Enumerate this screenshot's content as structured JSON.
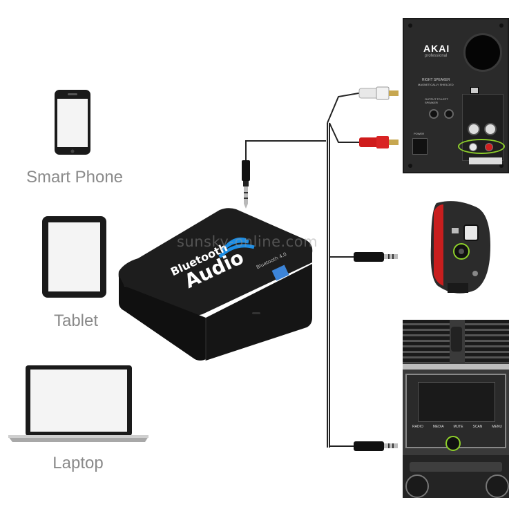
{
  "devices": {
    "phone_label": "Smart Phone",
    "tablet_label": "Tablet",
    "laptop_label": "Laptop"
  },
  "adapter": {
    "brand_line1": "Bluetooth",
    "brand_line2": "Audio",
    "badge": "Bluetooth 4.0"
  },
  "speaker": {
    "brand": "AKAI",
    "sub": "professional",
    "label1": "RIGHT SPEAKER",
    "label2": "MAGNETICALLY SHIELDED",
    "label3": "OUTPUT TO LEFT SPEAKER",
    "power": "POWER"
  },
  "car_panel": {
    "btn_radio": "RADIO",
    "btn_media": "MEDIA",
    "btn_mute": "MUTE",
    "btn_scan": "SCAN",
    "btn_menu": "MENU"
  },
  "watermark": "sunsky-online.com"
}
